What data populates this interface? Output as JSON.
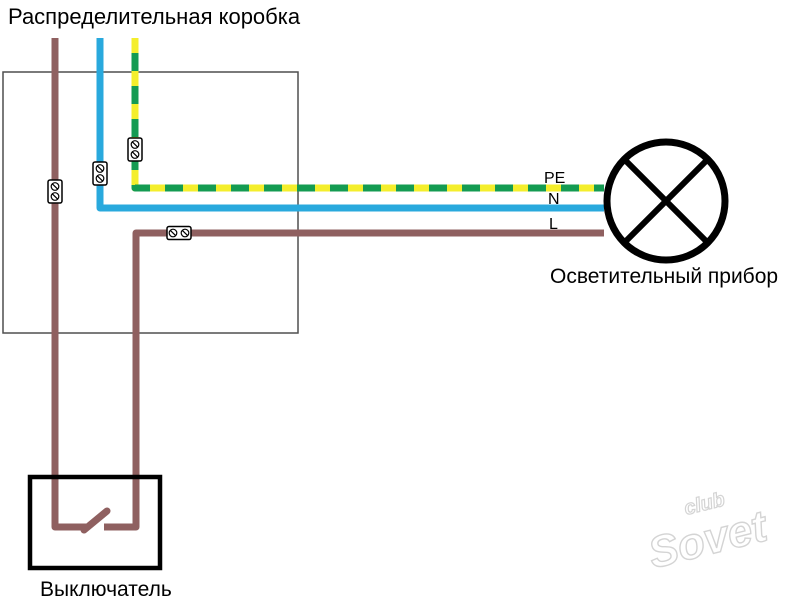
{
  "diagram": {
    "title": "Распределительная коробка",
    "lamp_label": "Осветительный прибор",
    "switch_label": "Выключатель",
    "terminal_labels": {
      "pe": "PE",
      "n": "N",
      "l": "L"
    },
    "watermark": {
      "line1": "club",
      "line2": "Sovet"
    },
    "colors": {
      "phase_brown": "#8f6060",
      "neutral_blue": "#29a9dd",
      "pe_yellow": "#f4ee2c",
      "pe_green": "#149b52",
      "symbol_black": "#000000",
      "box_border": "#4f4f4f",
      "watermark_gray": "#d4d4d4"
    }
  }
}
